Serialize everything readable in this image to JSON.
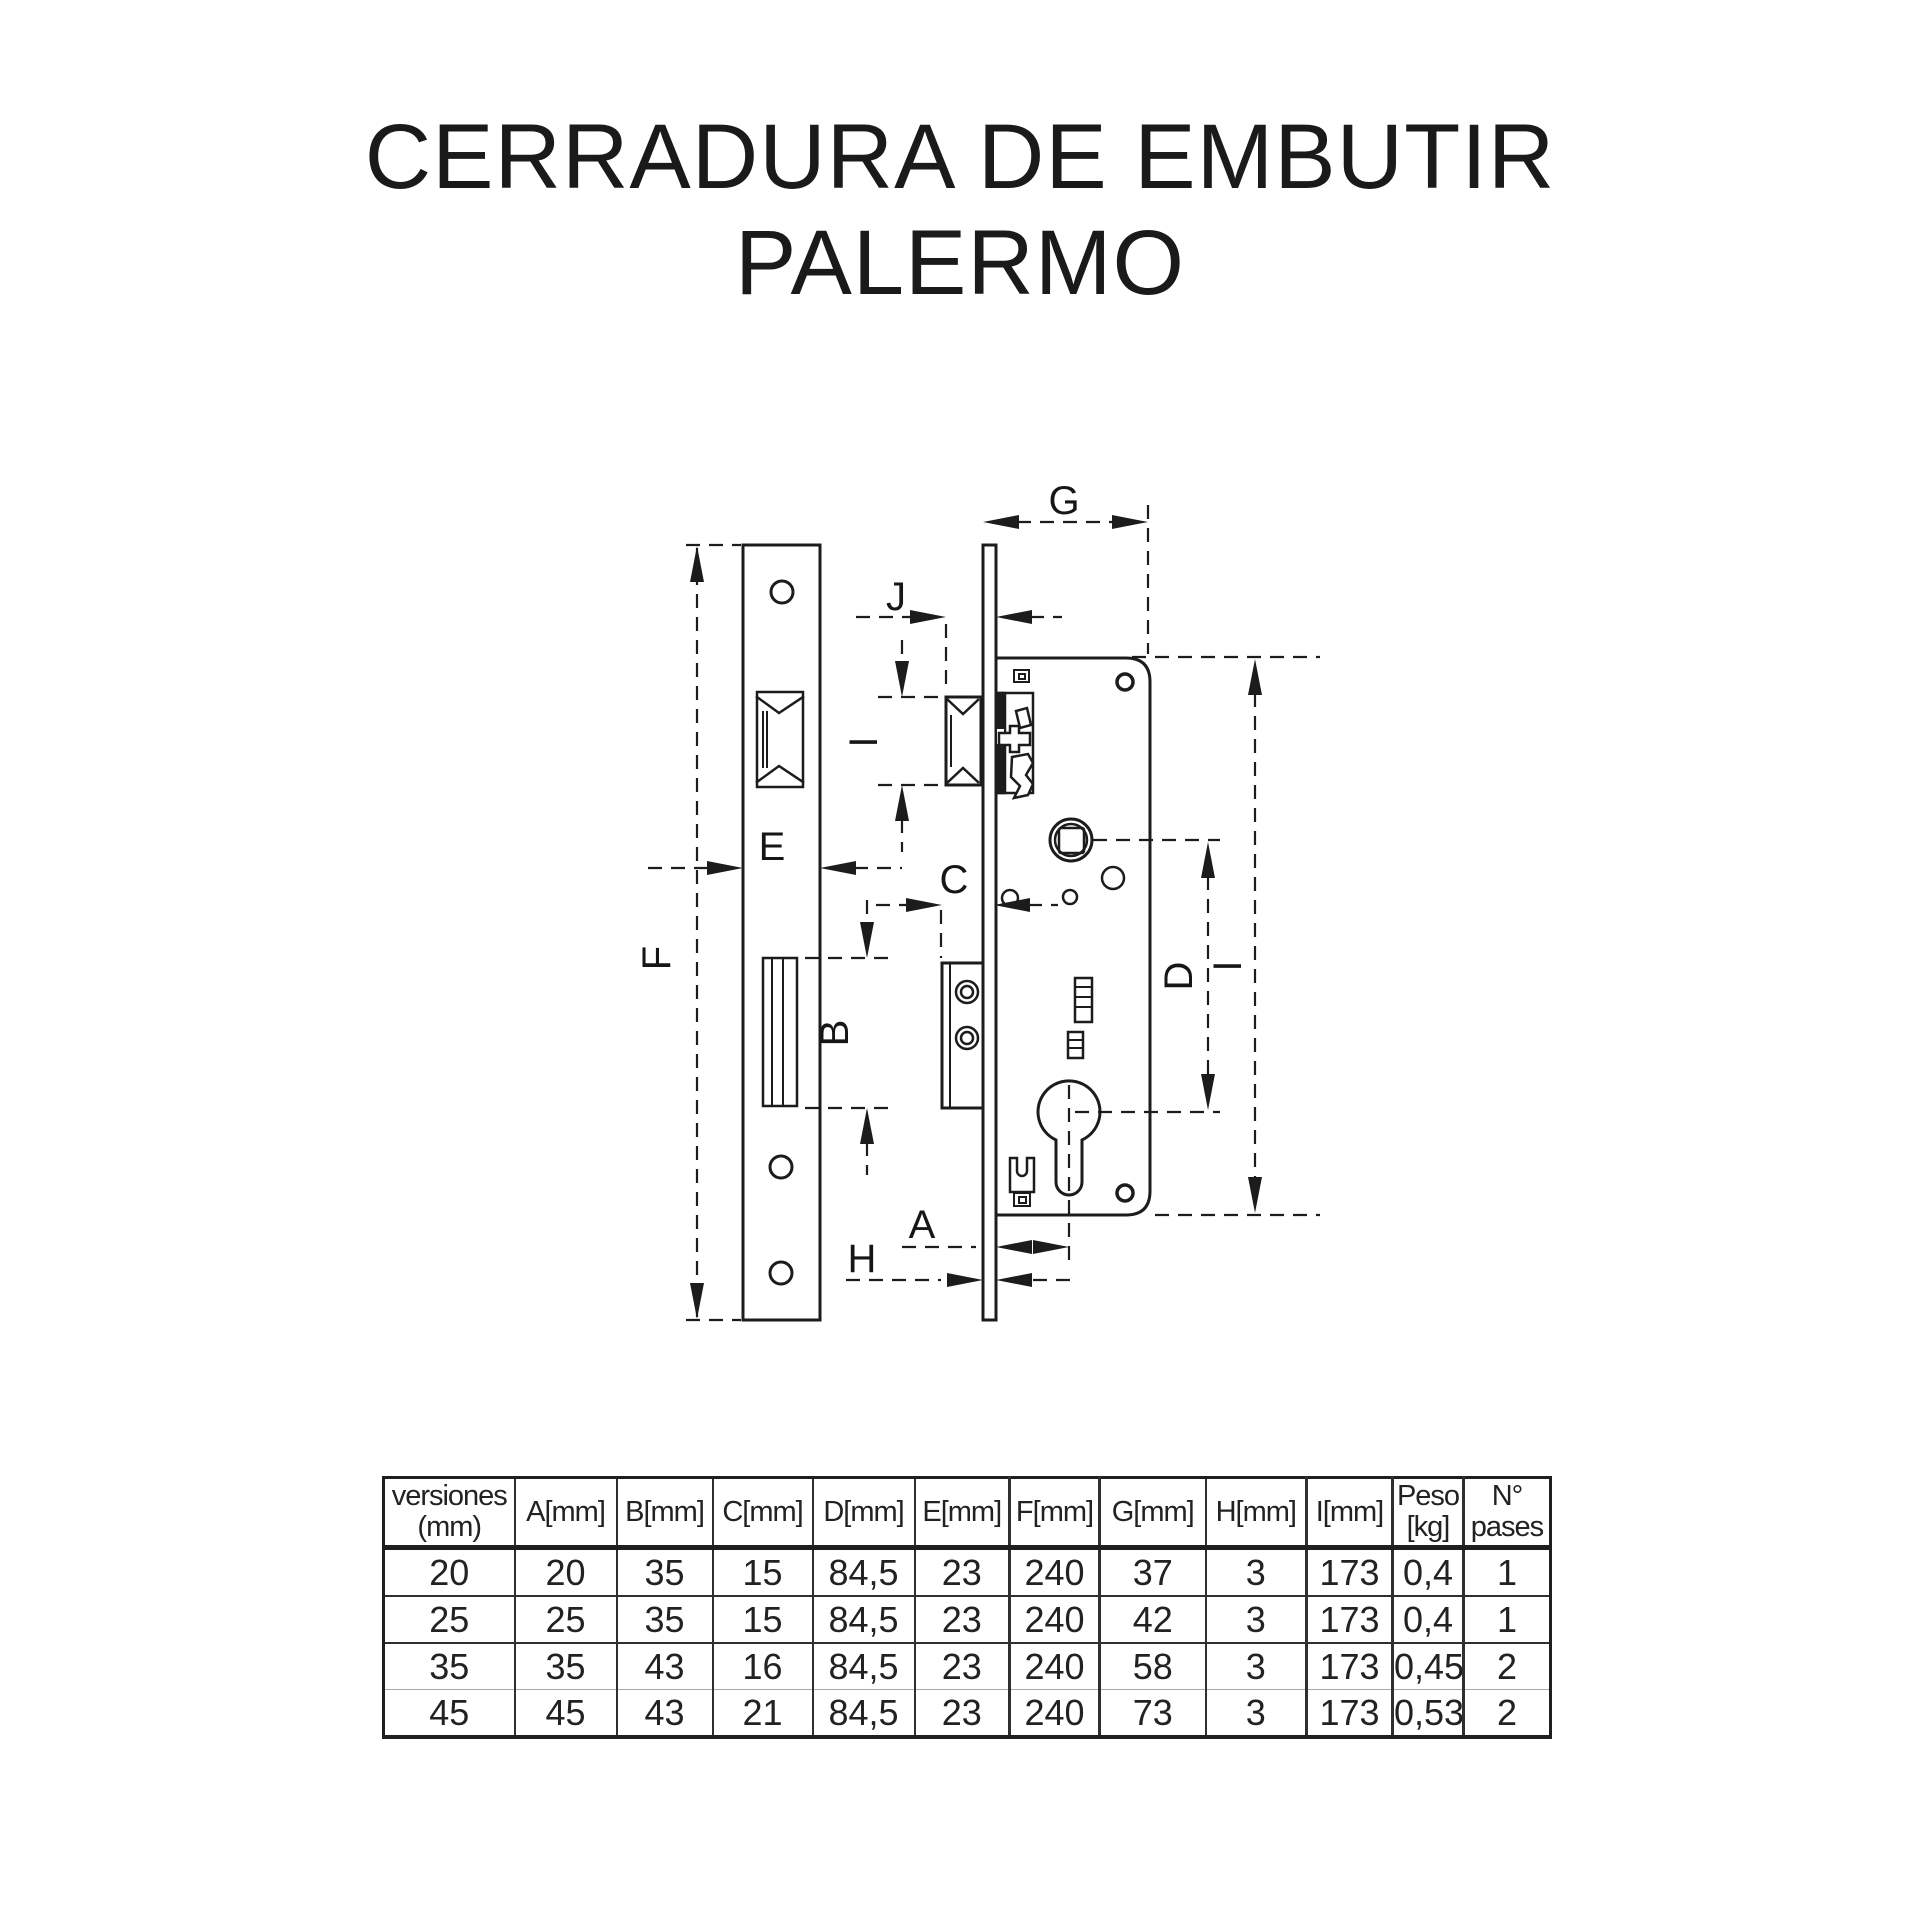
{
  "title": {
    "line1": "CERRADURA DE EMBUTIR",
    "line2": "PALERMO"
  },
  "drawing": {
    "labels": {
      "G": "G",
      "J": "J",
      "I_latch": "I",
      "E": "E",
      "F": "F",
      "C": "C",
      "B": "B",
      "D": "D",
      "I_body": "I",
      "A": "A",
      "H": "H"
    }
  },
  "table": {
    "headers": [
      "versiones\n(mm)",
      "A[mm]",
      "B[mm]",
      "C[mm]",
      "D[mm]",
      "E[mm]",
      "F[mm]",
      "G[mm]",
      "H[mm]",
      "I[mm]",
      "Peso\n[kg]",
      "N°\npases"
    ],
    "rows": [
      [
        "20",
        "20",
        "35",
        "15",
        "84,5",
        "23",
        "240",
        "37",
        "3",
        "173",
        "0,4",
        "1"
      ],
      [
        "25",
        "25",
        "35",
        "15",
        "84,5",
        "23",
        "240",
        "42",
        "3",
        "173",
        "0,4",
        "1"
      ],
      [
        "35",
        "35",
        "43",
        "16",
        "84,5",
        "23",
        "240",
        "58",
        "3",
        "173",
        "0,45",
        "2"
      ],
      [
        "45",
        "45",
        "43",
        "21",
        "84,5",
        "23",
        "240",
        "73",
        "3",
        "173",
        "0,53",
        "2"
      ]
    ]
  },
  "colors": {
    "ink": "#1c1c1c",
    "background": "#ffffff"
  }
}
